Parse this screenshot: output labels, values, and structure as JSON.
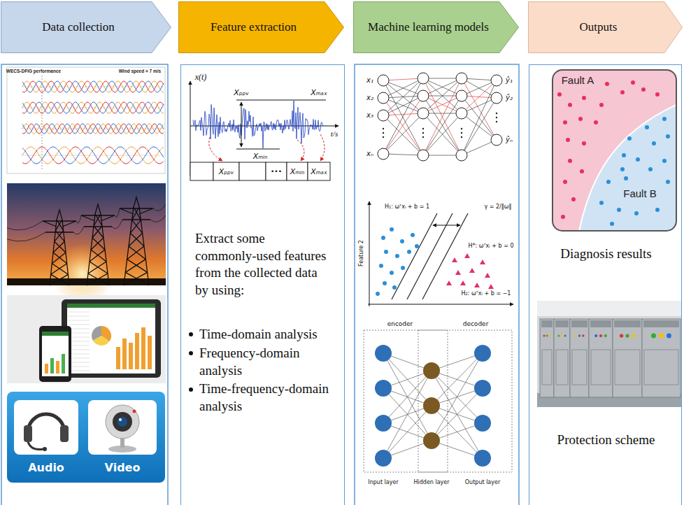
{
  "diagram": {
    "nodes": [
      {
        "text": [
          "Data collection"
        ]
      },
      {
        "text": [
          "Feature extraction"
        ]
      },
      {
        "text": [
          "Machine learning models"
        ]
      },
      {
        "text": [
          "Outputs"
        ]
      },
      {
        "text": [
          "Extract some commonly-used features from the collected data by using:",
          "Time-domain analysis",
          "Frequency-domain analysis",
          "Time-frequency-domain analysis"
        ]
      },
      {
        "text": [
          "Diagnosis results",
          "Protection scheme"
        ]
      }
    ],
    "labels": [
      "WECS-DFIG performance",
      "Wind speed = 7 m/s",
      "Audio",
      "Video",
      "x(t)",
      "Xₚₚᵥ",
      "Xₘₐₓ",
      "Xₘᵢₙ",
      "t/s",
      "Xₚₚᵥ",
      "•••",
      "Xₘᵢₙ",
      "Xₘₐₓ",
      "x₁",
      "x₂",
      "x₃",
      "xₙ",
      "ŷ₁",
      "ŷ₂",
      "ŷₙ",
      "H₁: ωᵀxᵢ + b = 1",
      "γ = 2/‖ω‖",
      "H*: ωᵀxᵢ + b = 0",
      "H₂: ωᵀxᵢ + b = −1",
      "Feature 2",
      "encoder",
      "decoder",
      "Input layer",
      "Hidden layer",
      "Output layer",
      "Fault A",
      "Fault B"
    ]
  }
}
